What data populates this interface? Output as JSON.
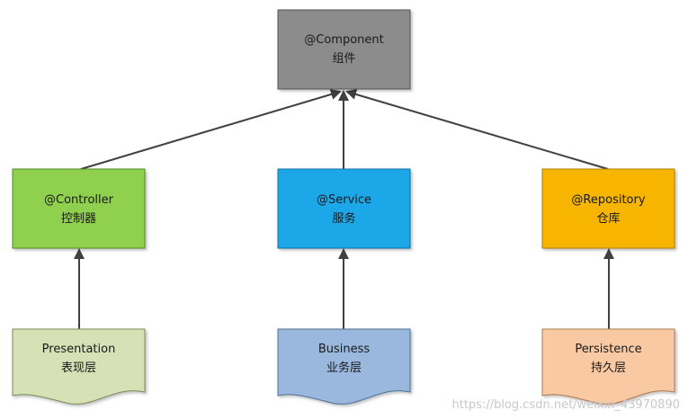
{
  "nodes": {
    "component": {
      "name": "@Component",
      "label": "组件",
      "fill": "#8c8c8c",
      "stroke": "#555555"
    },
    "controller": {
      "name": "@Controller",
      "label": "控制器",
      "fill": "#8fd14f",
      "stroke": "#4f8a26"
    },
    "service": {
      "name": "@Service",
      "label": "服务",
      "fill": "#1aa7e8",
      "stroke": "#0d6fa3"
    },
    "repository": {
      "name": "@Repository",
      "label": "仓库",
      "fill": "#f7b500",
      "stroke": "#b07f00"
    }
  },
  "layers": {
    "presentation": {
      "name": "Presentation",
      "label": "表现层",
      "fill": "#d6e1b6",
      "stroke": "#7c8a55"
    },
    "business": {
      "name": "Business",
      "label": "业务层",
      "fill": "#9ab8dd",
      "stroke": "#4d6f99"
    },
    "persistence": {
      "name": "Persistence",
      "label": "持久层",
      "fill": "#f9c9a4",
      "stroke": "#b27a52"
    }
  },
  "arrow_color": "#404040",
  "watermark": "https://blog.csdn.net/weixin_43970890"
}
